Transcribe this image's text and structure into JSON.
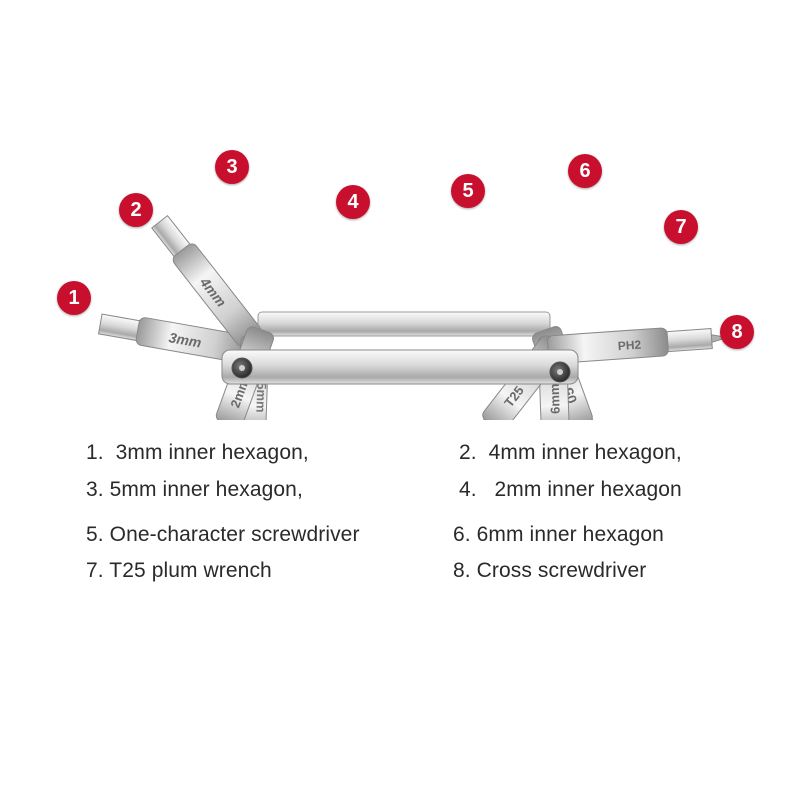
{
  "colors": {
    "marker_fill": "#c8102e",
    "marker_text": "#ffffff",
    "metal_light": "#f4f4f4",
    "metal_dark": "#8a8a8a",
    "text": "#2a2a2a"
  },
  "markers": [
    "1",
    "2",
    "3",
    "4",
    "5",
    "6",
    "7",
    "8"
  ],
  "engravings": {
    "bit1": "3mm",
    "bit2": "4mm",
    "bit3": "5mm",
    "bit4": "2mm",
    "bit5": "05",
    "bit6": "6mm",
    "bit7": "T25",
    "bit8": "PH2"
  },
  "legend": [
    "1.  3mm inner hexagon,",
    "2.  4mm inner hexagon,",
    "3. 5mm inner hexagon,",
    "4.   2mm inner hexagon",
    "5. One-character screwdriver",
    "6. 6mm inner hexagon",
    "7. T25 plum wrench",
    "8. Cross screwdriver"
  ]
}
